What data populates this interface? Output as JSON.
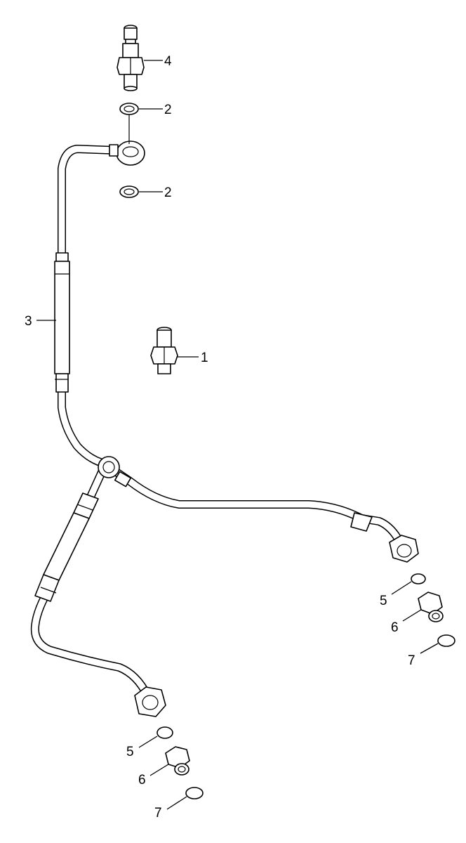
{
  "diagram": {
    "callouts": [
      {
        "id": "c4",
        "label": "4"
      },
      {
        "id": "c2a",
        "label": "2"
      },
      {
        "id": "c2b",
        "label": "2"
      },
      {
        "id": "c3",
        "label": "3"
      },
      {
        "id": "c1",
        "label": "1"
      },
      {
        "id": "c5a",
        "label": "5"
      },
      {
        "id": "c6a",
        "label": "6"
      },
      {
        "id": "c7a",
        "label": "7"
      },
      {
        "id": "c5b",
        "label": "5"
      },
      {
        "id": "c6b",
        "label": "6"
      },
      {
        "id": "c7b",
        "label": "7"
      }
    ]
  }
}
